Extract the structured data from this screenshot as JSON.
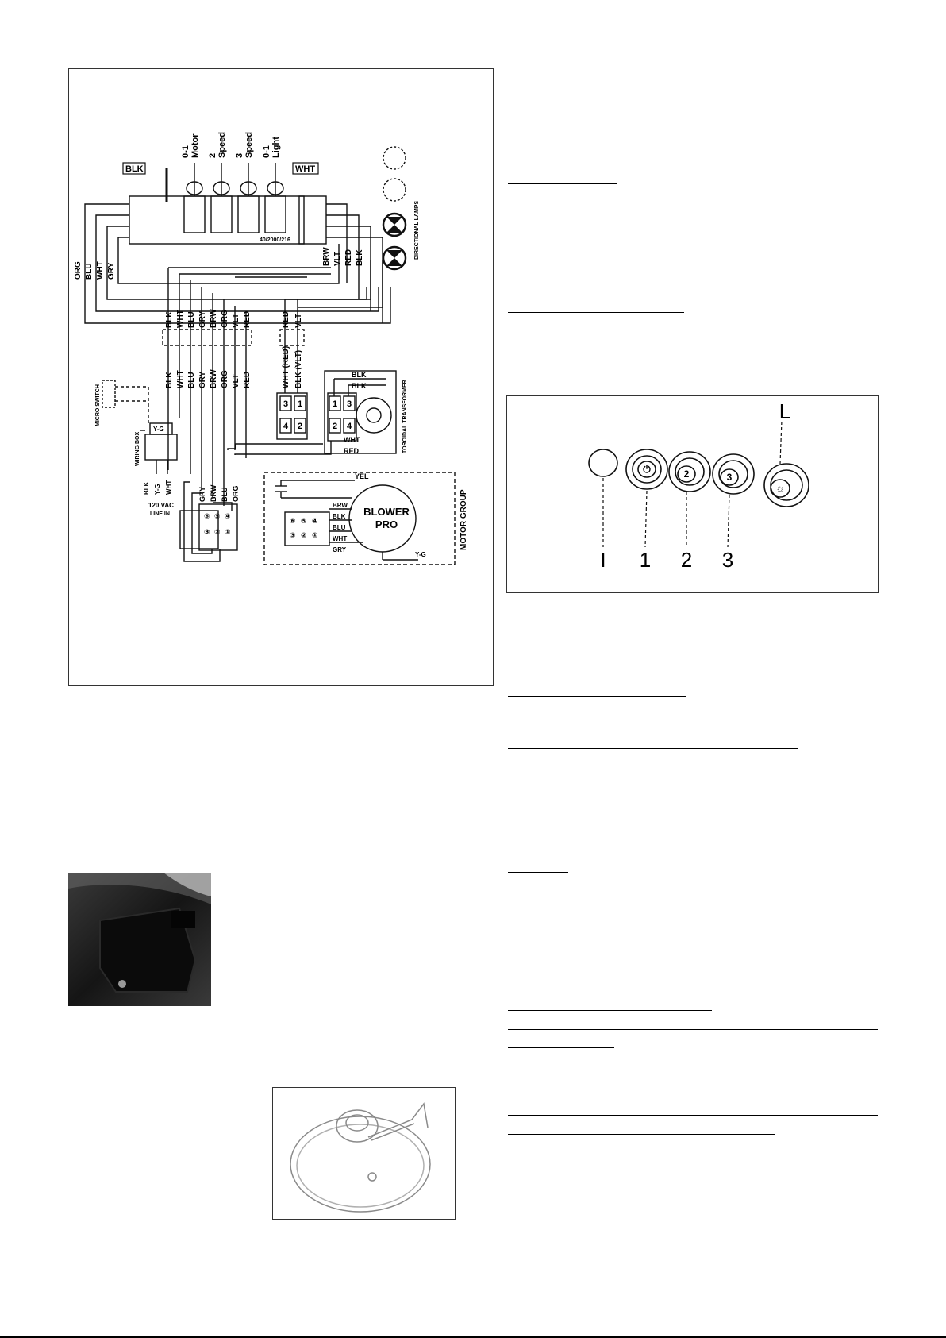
{
  "wiring": {
    "header_blk": "BLK",
    "header_wht": "WHT",
    "switches": [
      {
        "line1": "0-1",
        "line2": "Motor"
      },
      {
        "line1": "2",
        "line2": "Speed"
      },
      {
        "line1": "3",
        "line2": "Speed"
      },
      {
        "line1": "0-1",
        "line2": "Light"
      }
    ],
    "part_code": "40/2000/216",
    "left_wires": [
      "ORG",
      "BLU",
      "WHT",
      "GRY"
    ],
    "right_wires": [
      "BRW",
      "VLT",
      "RED",
      "BLK"
    ],
    "center_upper_wires": [
      "BLK",
      "WHT",
      "BLU",
      "GRY",
      "BRW",
      "ORG",
      "VLT",
      "RED"
    ],
    "lamp_upper_wires": [
      "RED",
      "VLT"
    ],
    "center_lower_wires": [
      "BLK",
      "WHT",
      "BLU",
      "GRY",
      "BRW",
      "ORG",
      "VLT",
      "RED"
    ],
    "lamp_lower_wires": [
      "WHT (RED)",
      "BLK (VLT)"
    ],
    "connector_left": [
      "3",
      "1",
      "4",
      "2"
    ],
    "connector_right": [
      "1",
      "3",
      "2",
      "4"
    ],
    "transformer_top1": "BLK",
    "transformer_top2": "BLK",
    "transformer_wht": "WHT",
    "transformer_red": "RED",
    "transformer_label": "TOROIDAL TRANSFORMER",
    "directional_lamps": "DIRECTIONAL LAMPS",
    "micro_switch": "MICRO SWITCH",
    "wiring_box": "WIRING BOX",
    "wiring_box_yg": "Y-G",
    "line_wires": [
      "BLK",
      "Y-G",
      "WHT"
    ],
    "line_in_1": "120 VAC",
    "line_in_2": "LINE IN",
    "motor_wires_left": [
      "GRY",
      "BRW",
      "BLU",
      "ORG"
    ],
    "motor_terminals": [
      "⑥",
      "⑤",
      "④",
      "③",
      "②",
      "①"
    ],
    "motor_yel": "YEL",
    "motor_wires": [
      "BRW",
      "BLK",
      "BLU",
      "WHT",
      "GRY"
    ],
    "blower_1": "BLOWER",
    "blower_2": "PRO",
    "motor_group": "MOTOR GROUP",
    "motor_yg": "Y-G"
  },
  "controls": {
    "top_label": "L",
    "labels": [
      "I",
      "1",
      "2",
      "3"
    ],
    "knob_marks": [
      "⏻",
      "2",
      "3",
      "☼"
    ]
  }
}
